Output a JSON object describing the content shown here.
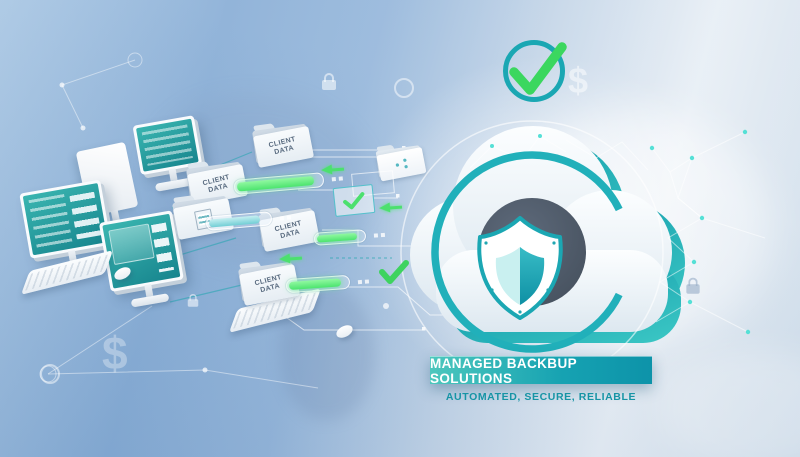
{
  "banner": {
    "title": "MANAGED BACKBUP SOLUTIONS",
    "subtitle": "AUTOMATED, SECURE, RELIABLE"
  },
  "folders": [
    {
      "line1": "CLIENT",
      "line2": "DATA"
    },
    {
      "line1": "CLIENT",
      "line2": "DATA"
    },
    {
      "line1": "CLIENT",
      "line2": "DATA"
    },
    {
      "line1": "CLIENT",
      "line2": "DATA"
    }
  ],
  "glyphs": {
    "dollar": "$"
  },
  "progress_bars": [
    {
      "fill_pct": 92,
      "color": "green"
    },
    {
      "fill_pct": 85,
      "color": "teal"
    },
    {
      "fill_pct": 88,
      "color": "green"
    },
    {
      "fill_pct": 90,
      "color": "green"
    }
  ],
  "colors": {
    "teal_accent": "#17a3b2",
    "check_green": "#3bd75f",
    "banner_gradient_start": "#4cc7bd",
    "banner_gradient_end": "#0d93a9",
    "background_blue": "#86acd5",
    "cloud_white": "#f2f7fa",
    "shield_backdrop": "#515d6e"
  }
}
